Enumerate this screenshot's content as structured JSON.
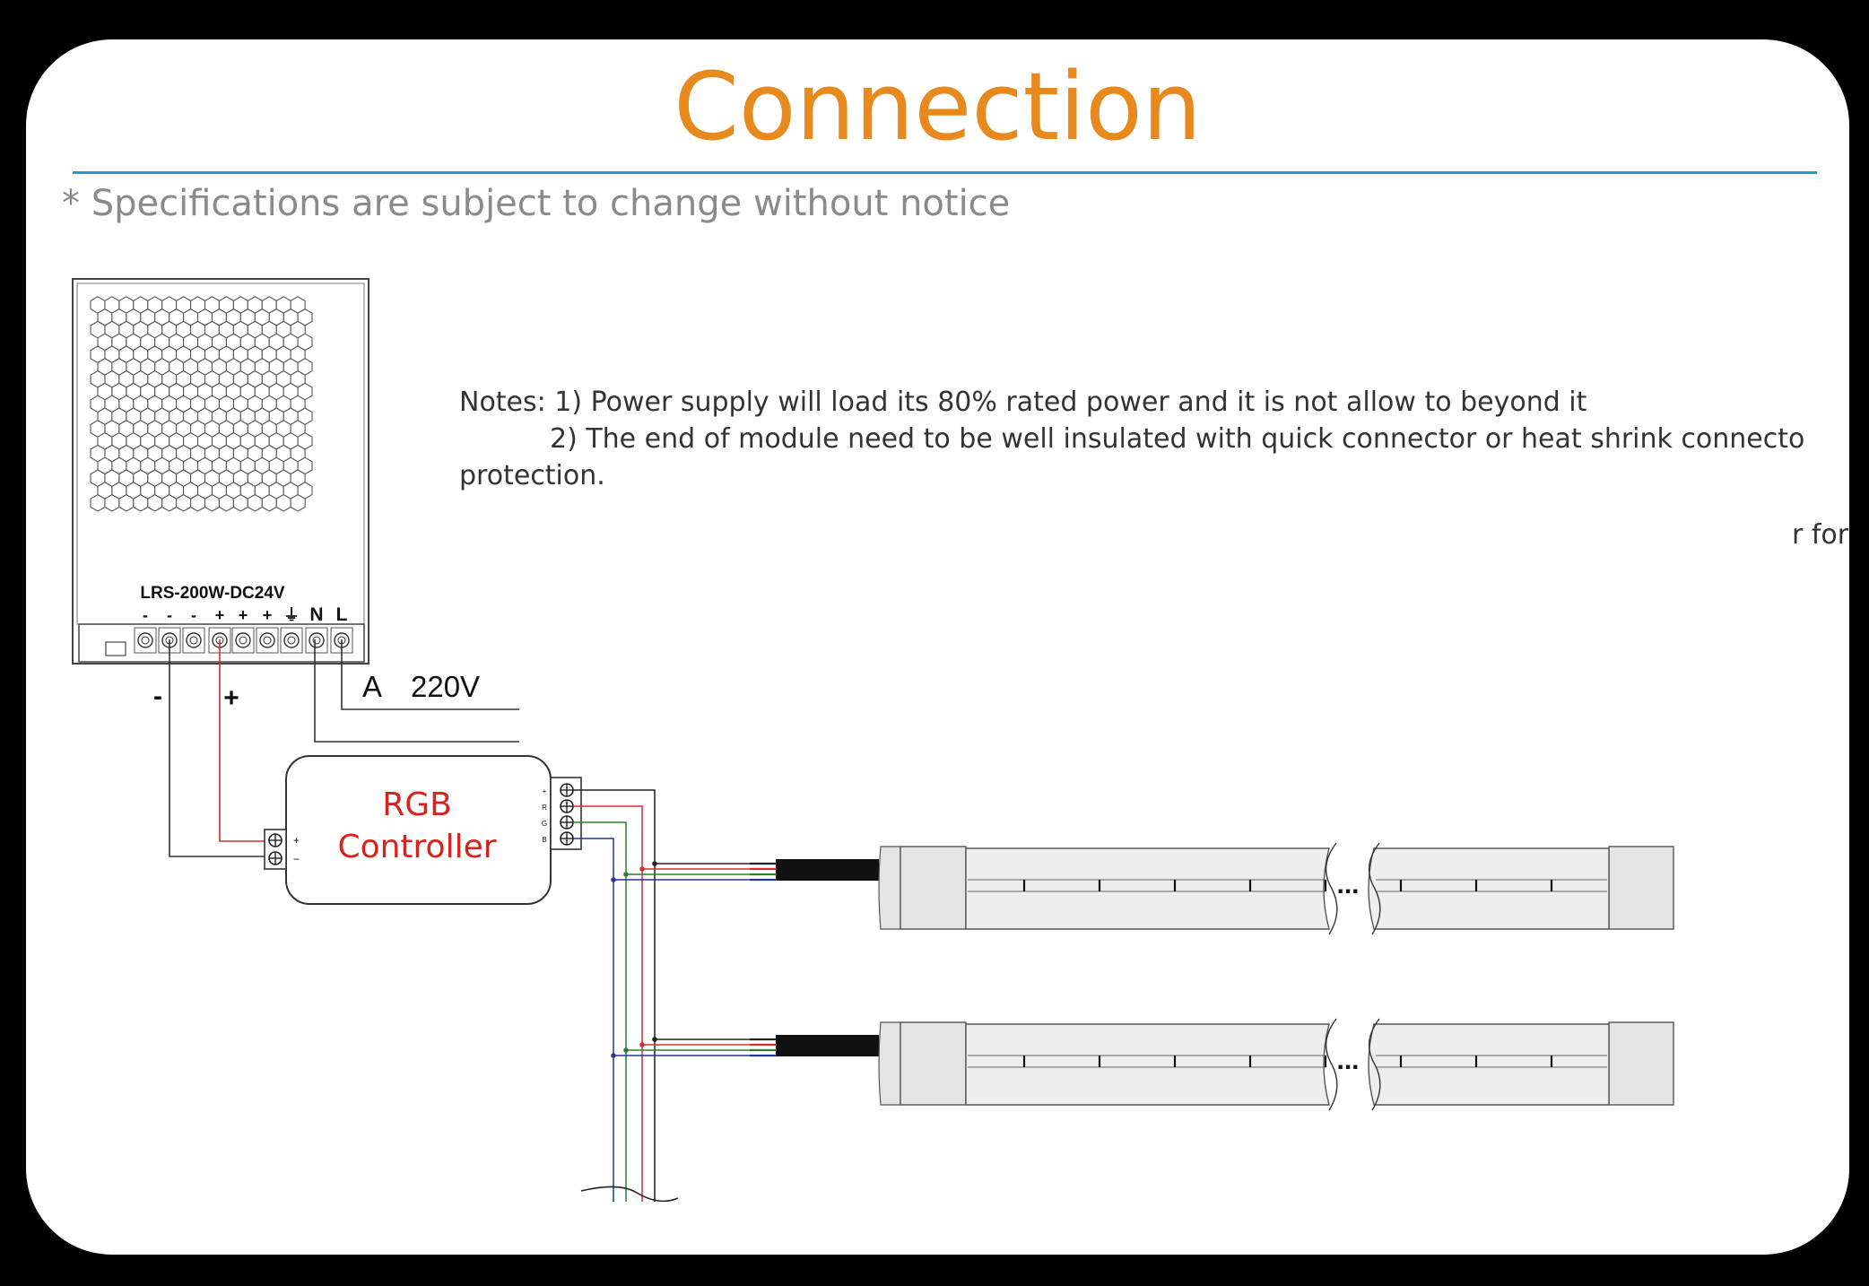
{
  "header": {
    "title": "Connection",
    "subtitle": "* Specifications are subject to change without notice"
  },
  "notes": {
    "line1": "Notes: 1) Power supply will load its 80% rated power and it is not allow to beyond it",
    "line2": "2) The end of module need to be well insulated with quick connector or heat shrink connecto",
    "line3": "protection.",
    "line4": "r for"
  },
  "power_supply": {
    "model": "LRS-200W-DC24V",
    "terminals": [
      "-",
      "-",
      "-",
      "+",
      "+",
      "+",
      "⏚",
      "N",
      "L"
    ],
    "output_minus": "-",
    "output_plus": "+"
  },
  "mains": {
    "label": "A",
    "voltage": "220V"
  },
  "controller": {
    "line1": "RGB",
    "line2": "Controller",
    "input_terminals": [
      "+",
      "−"
    ],
    "output_terminals": [
      "+",
      "R",
      "G",
      "B"
    ]
  },
  "strips": {
    "continuation_mark": "..."
  },
  "colors": {
    "title": "#E8891E",
    "rule": "#1E9BD7",
    "controller_text": "#D7231E",
    "wire_red": "#D32F2F",
    "wire_green": "#2E7D32",
    "wire_blue": "#283593",
    "wire_black": "#222222"
  }
}
